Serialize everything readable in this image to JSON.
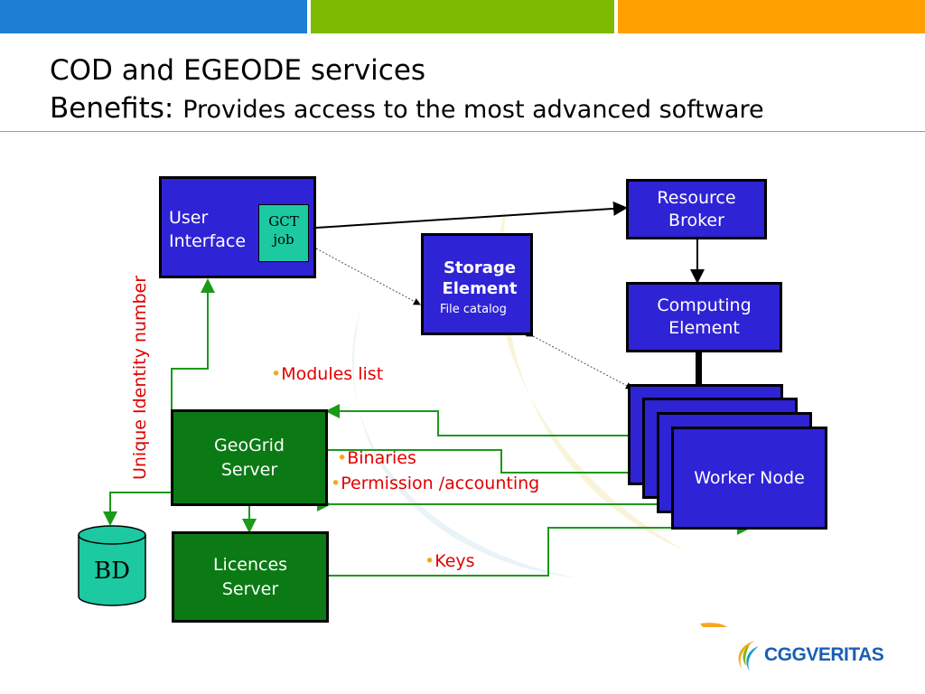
{
  "slide": {
    "title_line1": "COD and EGEODE services",
    "title_line2_prefix": "Benefits:",
    "title_line2_rest": "Provides access to the most advanced software"
  },
  "colors": {
    "bar_blue": "#1d7fd1",
    "bar_green": "#7dba00",
    "bar_orange": "#ff9f00",
    "node_blue": "#2f23d6",
    "node_green": "#0b7a14",
    "arrow_green": "#1a9a1a",
    "label_red": "#e10000",
    "bullet_orange": "#f5a623",
    "teal": "#1cc9a0"
  },
  "diagram": {
    "user_interface": "User Interface",
    "gct_job_line1": "GCT",
    "gct_job_line2": "job",
    "storage_title": "Storage Element",
    "storage_sub": "File catalog",
    "resource_broker": "Resource Broker",
    "computing_element": "Computing Element",
    "worker_node": "Worker Node",
    "geogrid_server": "GeoGrid Server",
    "licences_server": "Licences Server",
    "bd": "BD",
    "vertical_label": "Unique Identity number",
    "label_modules": "Modules list",
    "label_binaries": "Binaries",
    "label_permission": "Permission /accounting",
    "label_keys": "Keys",
    "bullet": "•"
  },
  "logo": {
    "text": "CGGVERITAS"
  }
}
